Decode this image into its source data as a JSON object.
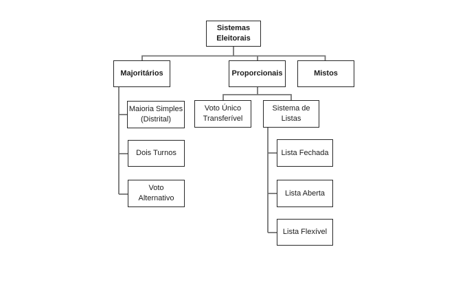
{
  "diagram": {
    "title": "Sistemas Eleitorais",
    "colors": {
      "background": "#ffffff",
      "box_border": "#262626",
      "connector": "#737373",
      "text": "#1a1a1a"
    },
    "nodes": {
      "sistemas": {
        "label": "Sistemas\nEleitorais"
      },
      "majoritarios": {
        "label": "Majoritários"
      },
      "proporcionais": {
        "label": "Proporcionais"
      },
      "mistos": {
        "label": "Mistos"
      },
      "maioria_simples": {
        "label": "Maioria Simples\n(Distrital)"
      },
      "voto_unico": {
        "label": "Voto Único\nTransferível"
      },
      "sistema_listas": {
        "label": "Sistema de\nListas"
      },
      "dois_turnos": {
        "label": "Dois Turnos"
      },
      "voto_alternativo": {
        "label": "Voto\nAlternativo"
      },
      "lista_fechada": {
        "label": "Lista Fechada"
      },
      "lista_aberta": {
        "label": "Lista Aberta"
      },
      "lista_flexivel": {
        "label": "Lista Flexível"
      }
    },
    "edges": [
      {
        "from": "sistemas",
        "to": "majoritarios"
      },
      {
        "from": "sistemas",
        "to": "proporcionais"
      },
      {
        "from": "sistemas",
        "to": "mistos"
      },
      {
        "from": "majoritarios",
        "to": "maioria_simples"
      },
      {
        "from": "majoritarios",
        "to": "dois_turnos"
      },
      {
        "from": "majoritarios",
        "to": "voto_alternativo"
      },
      {
        "from": "proporcionais",
        "to": "voto_unico"
      },
      {
        "from": "proporcionais",
        "to": "sistema_listas"
      },
      {
        "from": "sistema_listas",
        "to": "lista_fechada"
      },
      {
        "from": "sistema_listas",
        "to": "lista_aberta"
      },
      {
        "from": "sistema_listas",
        "to": "lista_flexivel"
      }
    ]
  }
}
